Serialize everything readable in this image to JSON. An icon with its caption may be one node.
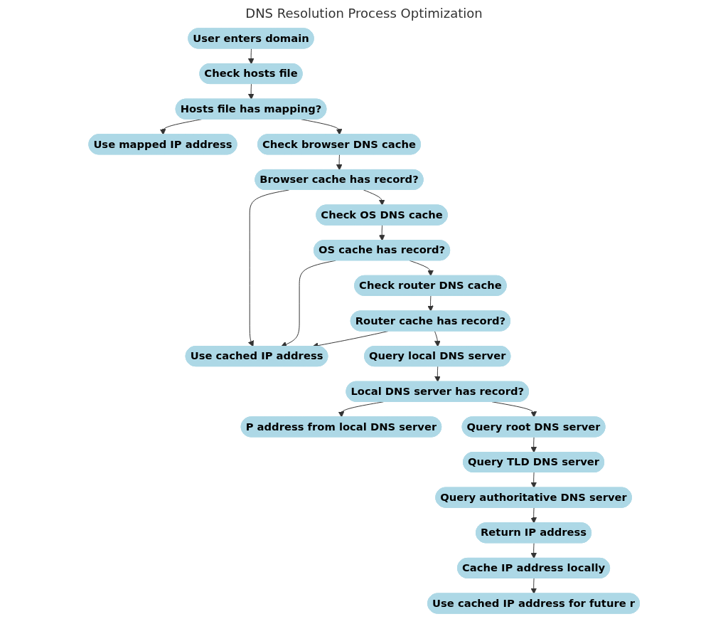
{
  "diagram": {
    "title": "DNS Resolution Process Optimization",
    "nodes": [
      {
        "text": [
          "User enters domain"
        ]
      },
      {
        "text": [
          "Check hosts file"
        ]
      },
      {
        "text": [
          "Hosts file has mapping?"
        ]
      },
      {
        "text": [
          "Use mapped IP address"
        ]
      },
      {
        "text": [
          "Check browser DNS cache"
        ]
      },
      {
        "text": [
          "Browser cache has record?"
        ]
      },
      {
        "text": [
          "Use cached IP address"
        ]
      },
      {
        "text": [
          "Check OS DNS cache"
        ]
      },
      {
        "text": [
          "OS cache has record?"
        ]
      },
      {
        "text": [
          "Check router DNS cache"
        ]
      },
      {
        "text": [
          "Router cache has record?"
        ]
      },
      {
        "text": [
          "Query local DNS server"
        ]
      },
      {
        "text": [
          "Local DNS server has record?"
        ]
      },
      {
        "text": [
          "P address from local DNS server"
        ]
      },
      {
        "text": [
          "Query root DNS server"
        ]
      },
      {
        "text": [
          "Query TLD DNS server"
        ]
      },
      {
        "text": [
          "Query authoritative DNS server"
        ]
      },
      {
        "text": [
          "Return IP address"
        ]
      },
      {
        "text": [
          "Cache IP address locally"
        ]
      },
      {
        "text": [
          "Use cached IP address for future r"
        ]
      }
    ],
    "edges": [
      {
        "from": 0,
        "to": 1,
        "arrow": "to"
      },
      {
        "from": 1,
        "to": 2,
        "arrow": "to"
      },
      {
        "from": 2,
        "to": 3,
        "arrow": "to"
      },
      {
        "from": 2,
        "to": 4,
        "arrow": "to"
      },
      {
        "from": 4,
        "to": 5,
        "arrow": "to"
      },
      {
        "from": 5,
        "to": 6,
        "arrow": "to"
      },
      {
        "from": 5,
        "to": 7,
        "arrow": "to"
      },
      {
        "from": 7,
        "to": 8,
        "arrow": "to"
      },
      {
        "from": 8,
        "to": 6,
        "arrow": "to"
      },
      {
        "from": 8,
        "to": 9,
        "arrow": "to"
      },
      {
        "from": 9,
        "to": 10,
        "arrow": "to"
      },
      {
        "from": 10,
        "to": 6,
        "arrow": "to"
      },
      {
        "from": 10,
        "to": 11,
        "arrow": "to"
      },
      {
        "from": 11,
        "to": 12,
        "arrow": "to"
      },
      {
        "from": 12,
        "to": 13,
        "arrow": "to"
      },
      {
        "from": 12,
        "to": 14,
        "arrow": "to"
      },
      {
        "from": 14,
        "to": 15,
        "arrow": "to"
      },
      {
        "from": 15,
        "to": 16,
        "arrow": "to"
      },
      {
        "from": 16,
        "to": 17,
        "arrow": "to"
      },
      {
        "from": 17,
        "to": 18,
        "arrow": "to"
      },
      {
        "from": 18,
        "to": 19,
        "arrow": "to"
      }
    ]
  }
}
